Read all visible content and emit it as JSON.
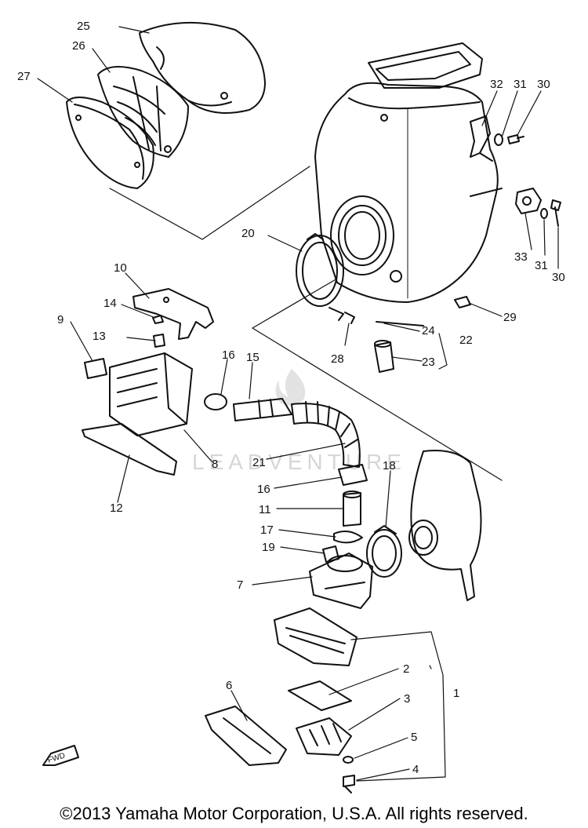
{
  "figure": {
    "watermark": "LEADVENTURE",
    "callouts": [
      {
        "id": "c25",
        "text": "25"
      },
      {
        "id": "c26",
        "text": "26"
      },
      {
        "id": "c27",
        "text": "27"
      },
      {
        "id": "c32",
        "text": "32"
      },
      {
        "id": "c31a",
        "text": "31"
      },
      {
        "id": "c30a",
        "text": "30"
      },
      {
        "id": "c20",
        "text": "20"
      },
      {
        "id": "c33",
        "text": "33"
      },
      {
        "id": "c31b",
        "text": "31"
      },
      {
        "id": "c30b",
        "text": "30"
      },
      {
        "id": "c10",
        "text": "10"
      },
      {
        "id": "c14",
        "text": "14"
      },
      {
        "id": "c9",
        "text": "9"
      },
      {
        "id": "c13",
        "text": "13"
      },
      {
        "id": "c29",
        "text": "29"
      },
      {
        "id": "c24",
        "text": "24"
      },
      {
        "id": "c22",
        "text": "22"
      },
      {
        "id": "c28",
        "text": "28"
      },
      {
        "id": "c23",
        "text": "23"
      },
      {
        "id": "c16a",
        "text": "16"
      },
      {
        "id": "c15",
        "text": "15"
      },
      {
        "id": "c8",
        "text": "8"
      },
      {
        "id": "c21",
        "text": "21"
      },
      {
        "id": "c18",
        "text": "18"
      },
      {
        "id": "c12",
        "text": "12"
      },
      {
        "id": "c16b",
        "text": "16"
      },
      {
        "id": "c11",
        "text": "11"
      },
      {
        "id": "c17",
        "text": "17"
      },
      {
        "id": "c19",
        "text": "19"
      },
      {
        "id": "c7",
        "text": "7"
      },
      {
        "id": "c2",
        "text": "2"
      },
      {
        "id": "c6",
        "text": "6"
      },
      {
        "id": "c3",
        "text": "3"
      },
      {
        "id": "c1",
        "text": "1"
      },
      {
        "id": "c5",
        "text": "5"
      },
      {
        "id": "c4",
        "text": "4"
      }
    ],
    "fwd_label": "FWD"
  },
  "footer": {
    "copyright": "©2013 Yamaha Motor Corporation, U.S.A. All rights reserved."
  }
}
